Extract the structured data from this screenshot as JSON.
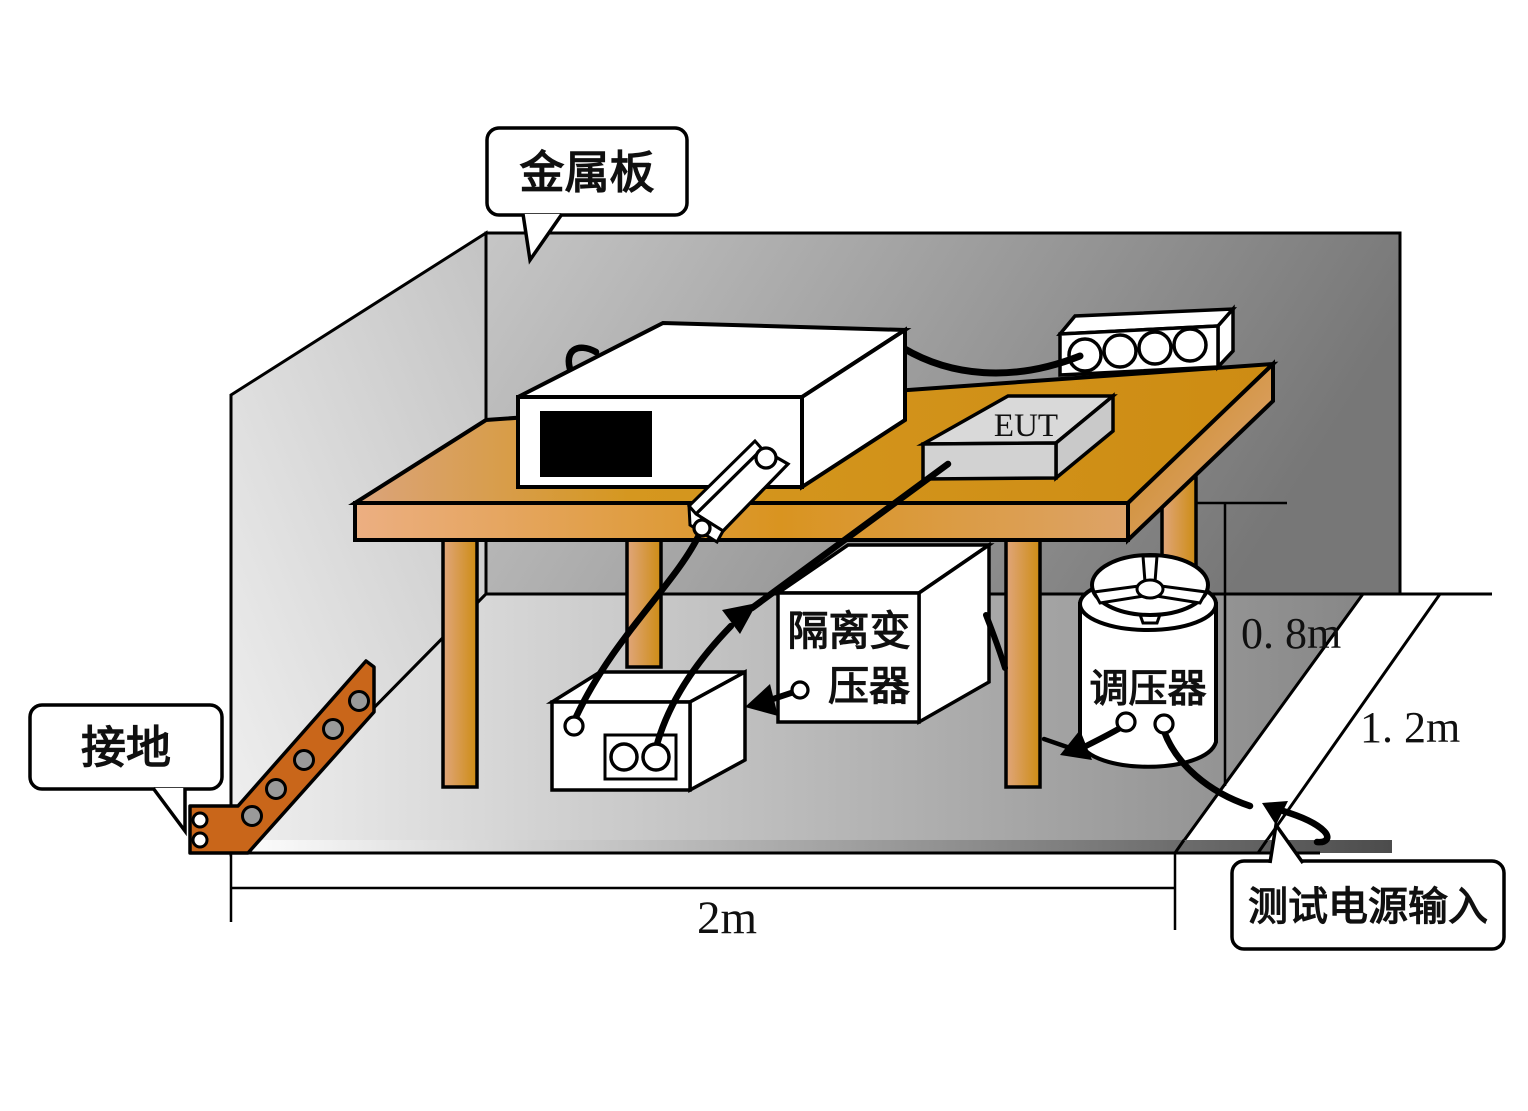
{
  "labels": {
    "metal_plate": "金属板",
    "grounding": "接地",
    "eut": "EUT",
    "isolation_transformer_l1": "隔离变",
    "isolation_transformer_l2": "压器",
    "voltage_regulator": "调压器",
    "test_power_input": "测试电源输入"
  },
  "dimensions": {
    "width": "2m",
    "height": "0. 8m",
    "depth": "1. 2m"
  },
  "colors": {
    "copper_strap": "#c9661a",
    "table_gold": "#d4961f",
    "table_pink": "#e8ab7e",
    "wall_gray_light": "#e9e9e9",
    "wall_gray_dark": "#7a7a7a",
    "floor_gray": "#8c8c8c",
    "equipment_white": "#ffffff",
    "eut_gray": "#d6d6d6",
    "outline": "#000000"
  }
}
